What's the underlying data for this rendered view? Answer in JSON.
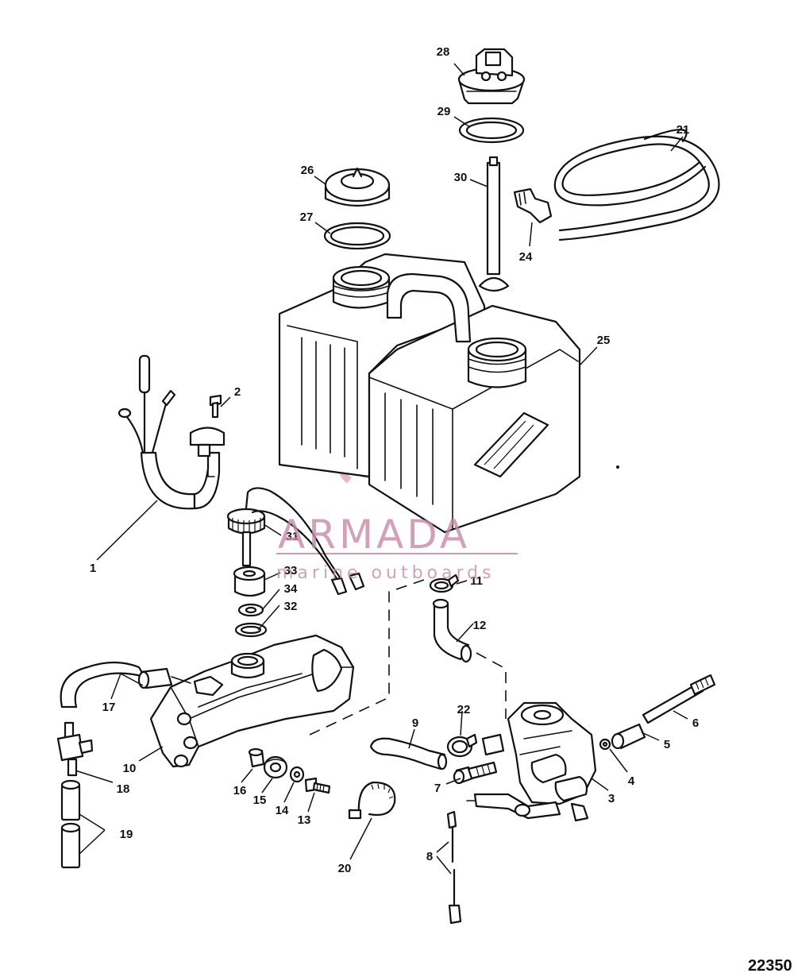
{
  "figure_number": "22350",
  "watermark": {
    "brand": "ARMADA",
    "tagline": "marine outboards",
    "color": "#c78aa8"
  },
  "callouts": [
    "1",
    "2",
    "3",
    "4",
    "5",
    "6",
    "7",
    "8",
    "9",
    "10",
    "11",
    "12",
    "13",
    "14",
    "15",
    "16",
    "17",
    "18",
    "19",
    "20",
    "21",
    "22",
    "24",
    "25",
    "26",
    "27",
    "28",
    "29",
    "30",
    "31",
    "32",
    "33",
    "34"
  ]
}
